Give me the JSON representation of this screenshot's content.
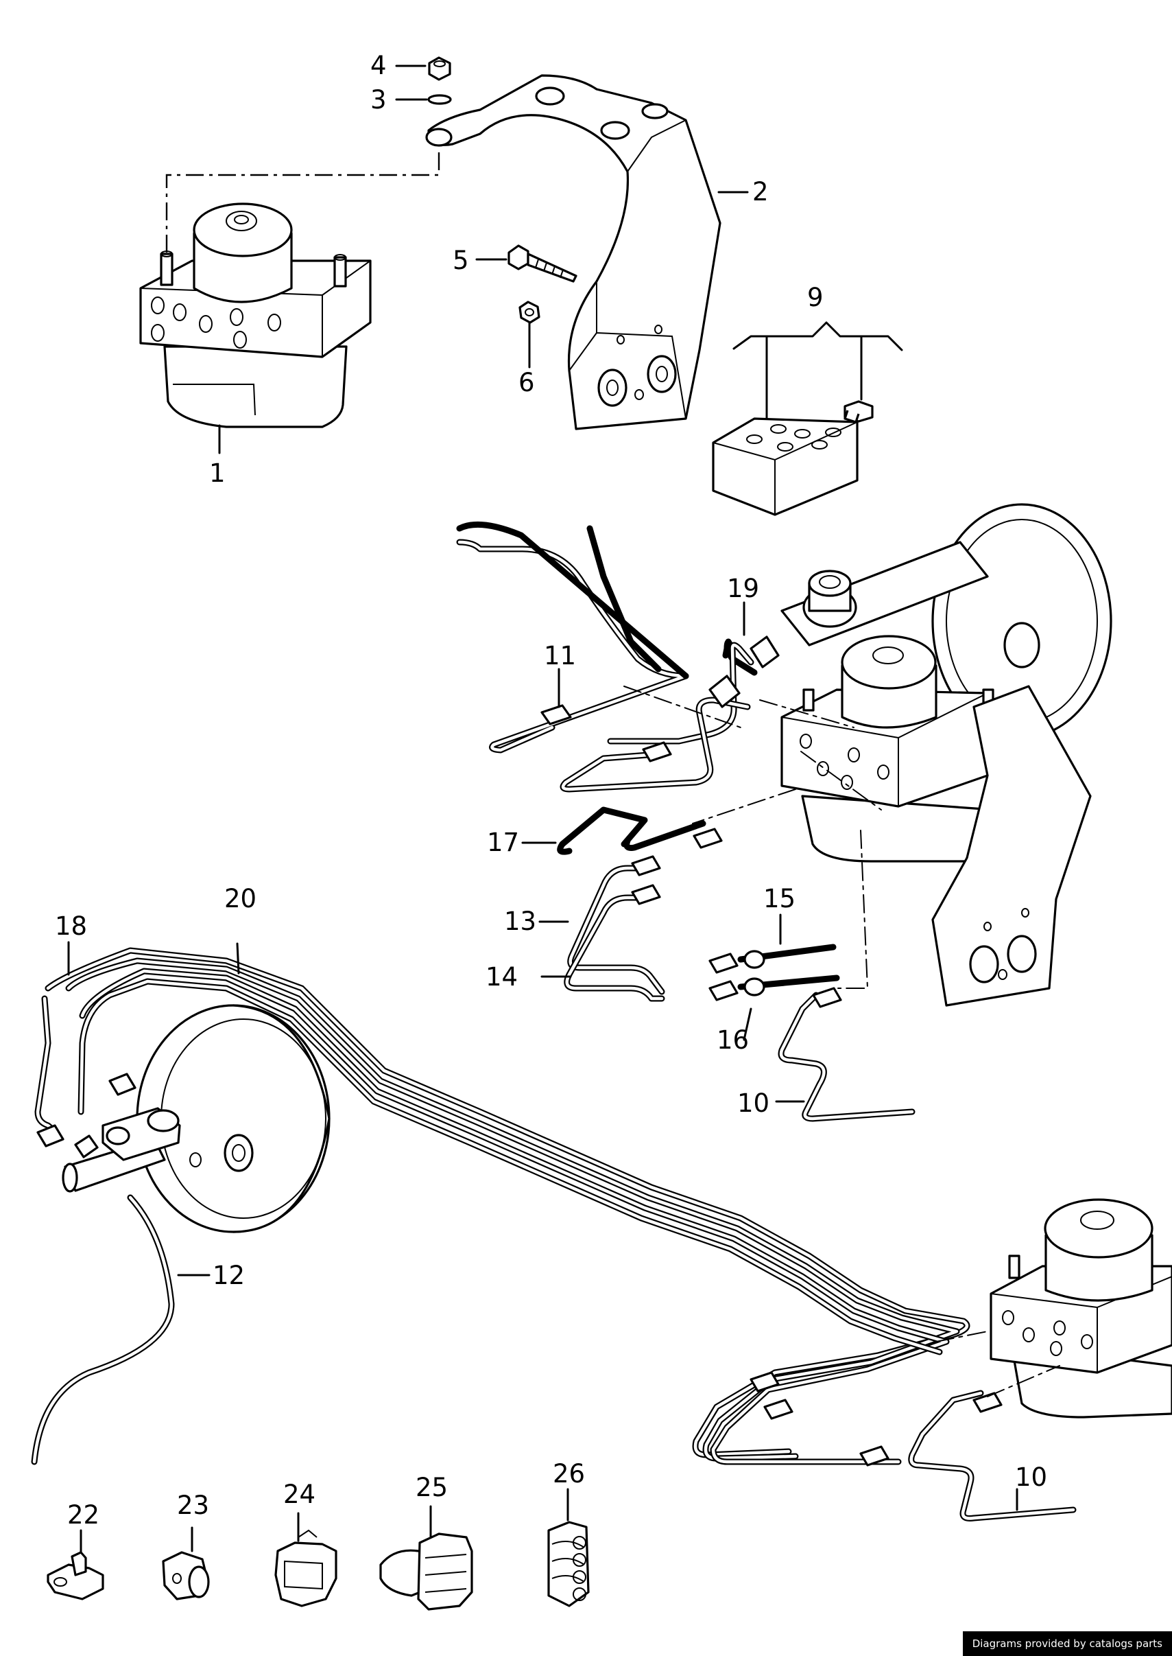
{
  "callouts": [
    "1",
    "2",
    "3",
    "4",
    "5",
    "6",
    "9",
    "11",
    "19",
    "17",
    "13",
    "15",
    "14",
    "16",
    "10",
    "20",
    "18",
    "12",
    "10",
    "22",
    "23",
    "24",
    "25",
    "26"
  ],
  "footer": "Diagrams provided by catalogs parts"
}
